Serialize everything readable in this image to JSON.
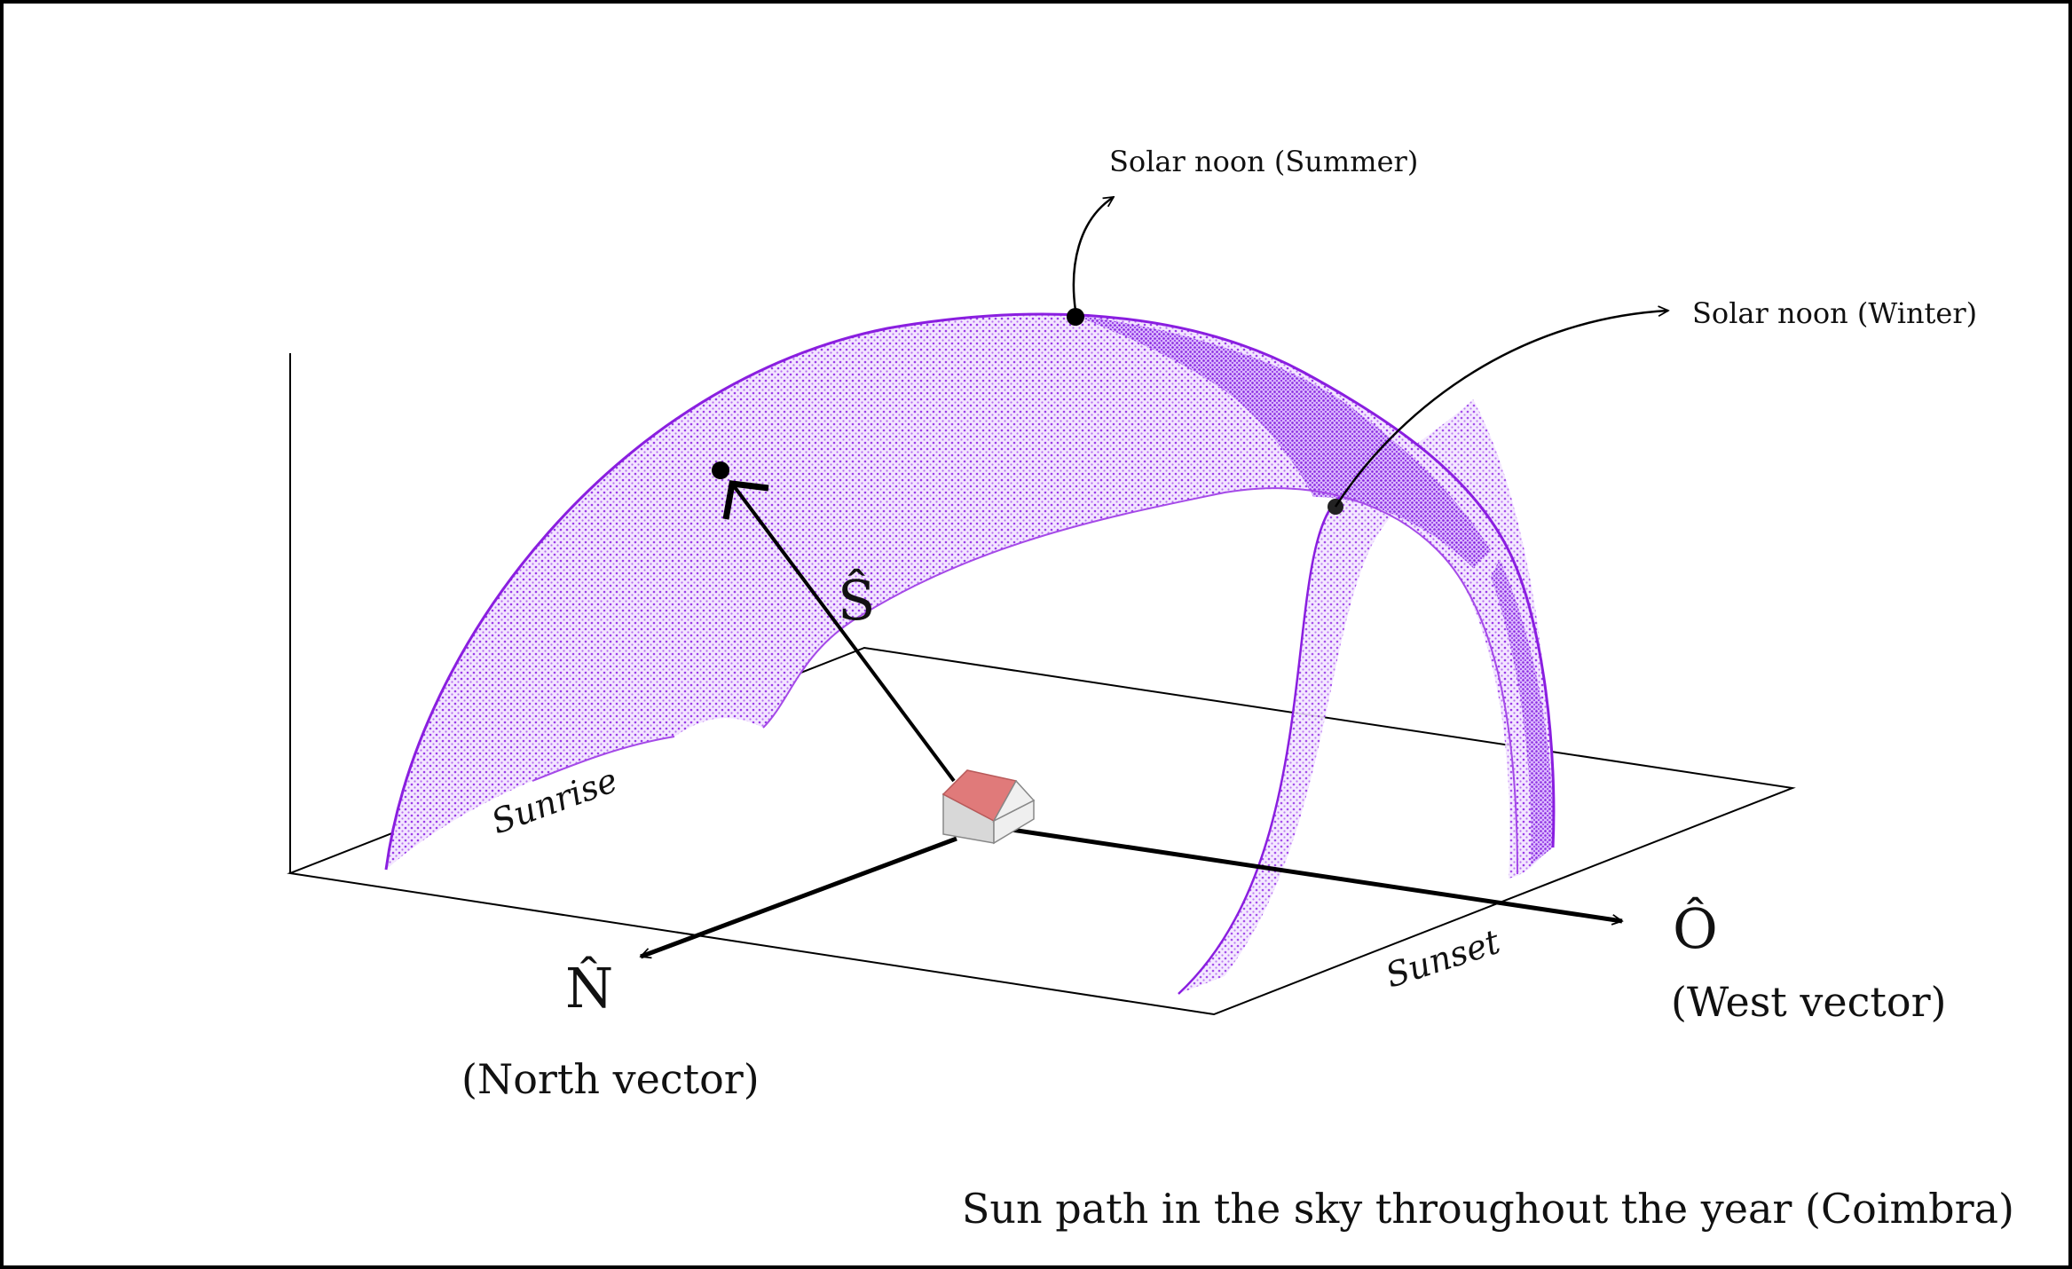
{
  "annotations": {
    "summer_noon": "Solar noon (Summer)",
    "winter_noon": "Solar noon (Winter)",
    "sunrise": "Sunrise",
    "sunset": "Sunset"
  },
  "vectors": {
    "south_symbol": "Ŝ",
    "north_symbol": "N̂",
    "north_caption": "(North vector)",
    "west_symbol": "Ô",
    "west_caption": "(West vector)"
  },
  "caption": "Sun path in the sky throughout the year (Coimbra)",
  "colors": {
    "sun_path": "#8a1ee0",
    "sun_path_light": "#c890ff",
    "house_roof": "#e07a7a",
    "house_wall": "#e8e8e8",
    "axes": "#000000"
  }
}
